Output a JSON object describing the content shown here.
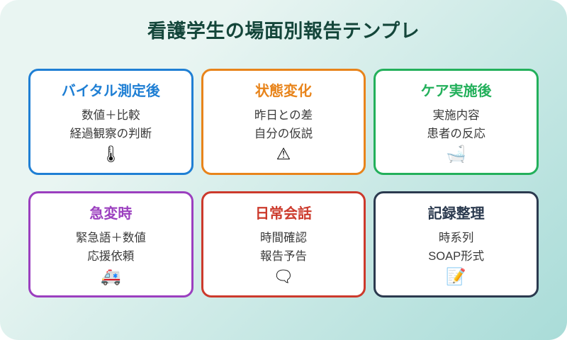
{
  "poster": {
    "title": "看護学生の場面別報告テンプレ",
    "title_color": "#14463a",
    "background_from": "#e9f5f2",
    "background_to": "#a9dcd8"
  },
  "cards": [
    {
      "title": "バイタル測定後",
      "accent": "#1f7fd4",
      "line1": "数値＋比較",
      "line2": "経過観察の判断",
      "icon": "🌡",
      "icon_name": "thermometer-icon"
    },
    {
      "title": "状態変化",
      "accent": "#e8841b",
      "line1": "昨日との差",
      "line2": "自分の仮説",
      "icon": "⚠",
      "icon_name": "warning-triangle-icon"
    },
    {
      "title": "ケア実施後",
      "accent": "#23b05b",
      "line1": "実施内容",
      "line2": "患者の反応",
      "icon": "🛁",
      "icon_name": "bathtub-icon"
    },
    {
      "title": "急変時",
      "accent": "#9b3fbf",
      "line1": "緊急語＋数値",
      "line2": "応援依頼",
      "icon": "🚑",
      "icon_name": "ambulance-icon"
    },
    {
      "title": "日常会話",
      "accent": "#cc3a2c",
      "line1": "時間確認",
      "line2": "報告予告",
      "icon": "🗨",
      "icon_name": "speech-bubble-icon"
    },
    {
      "title": "記録整理",
      "accent": "#2b3a4f",
      "line1": "時系列",
      "line2": "SOAP形式",
      "icon": "📝",
      "icon_name": "memo-pen-icon"
    }
  ]
}
